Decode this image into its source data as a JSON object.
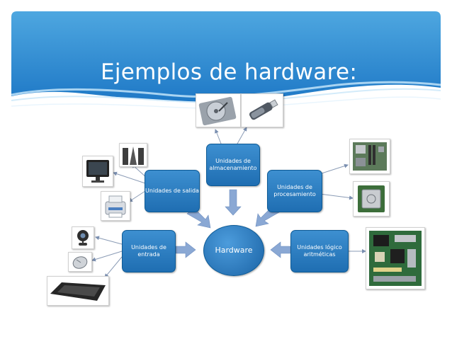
{
  "slide": {
    "title": "Ejemplos de hardware:",
    "colors": {
      "header_top": "#4ea7e0",
      "header_bottom": "#1e78c6",
      "node": "#2a7cc0",
      "arrow": "#8aa8d4"
    }
  },
  "diagram": {
    "hub": {
      "label": "Hardware"
    },
    "nodes": [
      {
        "id": "almacenamiento",
        "label": "Unidades de almacenamiento"
      },
      {
        "id": "salida",
        "label": "Unidades de salida"
      },
      {
        "id": "procesamiento",
        "label": "Unidades de procesamiento"
      },
      {
        "id": "entrada",
        "label": "Unidades de entrada"
      },
      {
        "id": "logico",
        "label": "Unidades lógico aritméticas"
      }
    ],
    "devices": [
      {
        "name": "hard-disk-icon"
      },
      {
        "name": "usb-drive-icon"
      },
      {
        "name": "speakers-icon"
      },
      {
        "name": "monitor-icon"
      },
      {
        "name": "printer-icon"
      },
      {
        "name": "webcam-icon"
      },
      {
        "name": "mouse-icon"
      },
      {
        "name": "keyboard-icon"
      },
      {
        "name": "motherboard-icon"
      },
      {
        "name": "cpu-chip-icon"
      },
      {
        "name": "circuit-board-icon"
      }
    ]
  }
}
